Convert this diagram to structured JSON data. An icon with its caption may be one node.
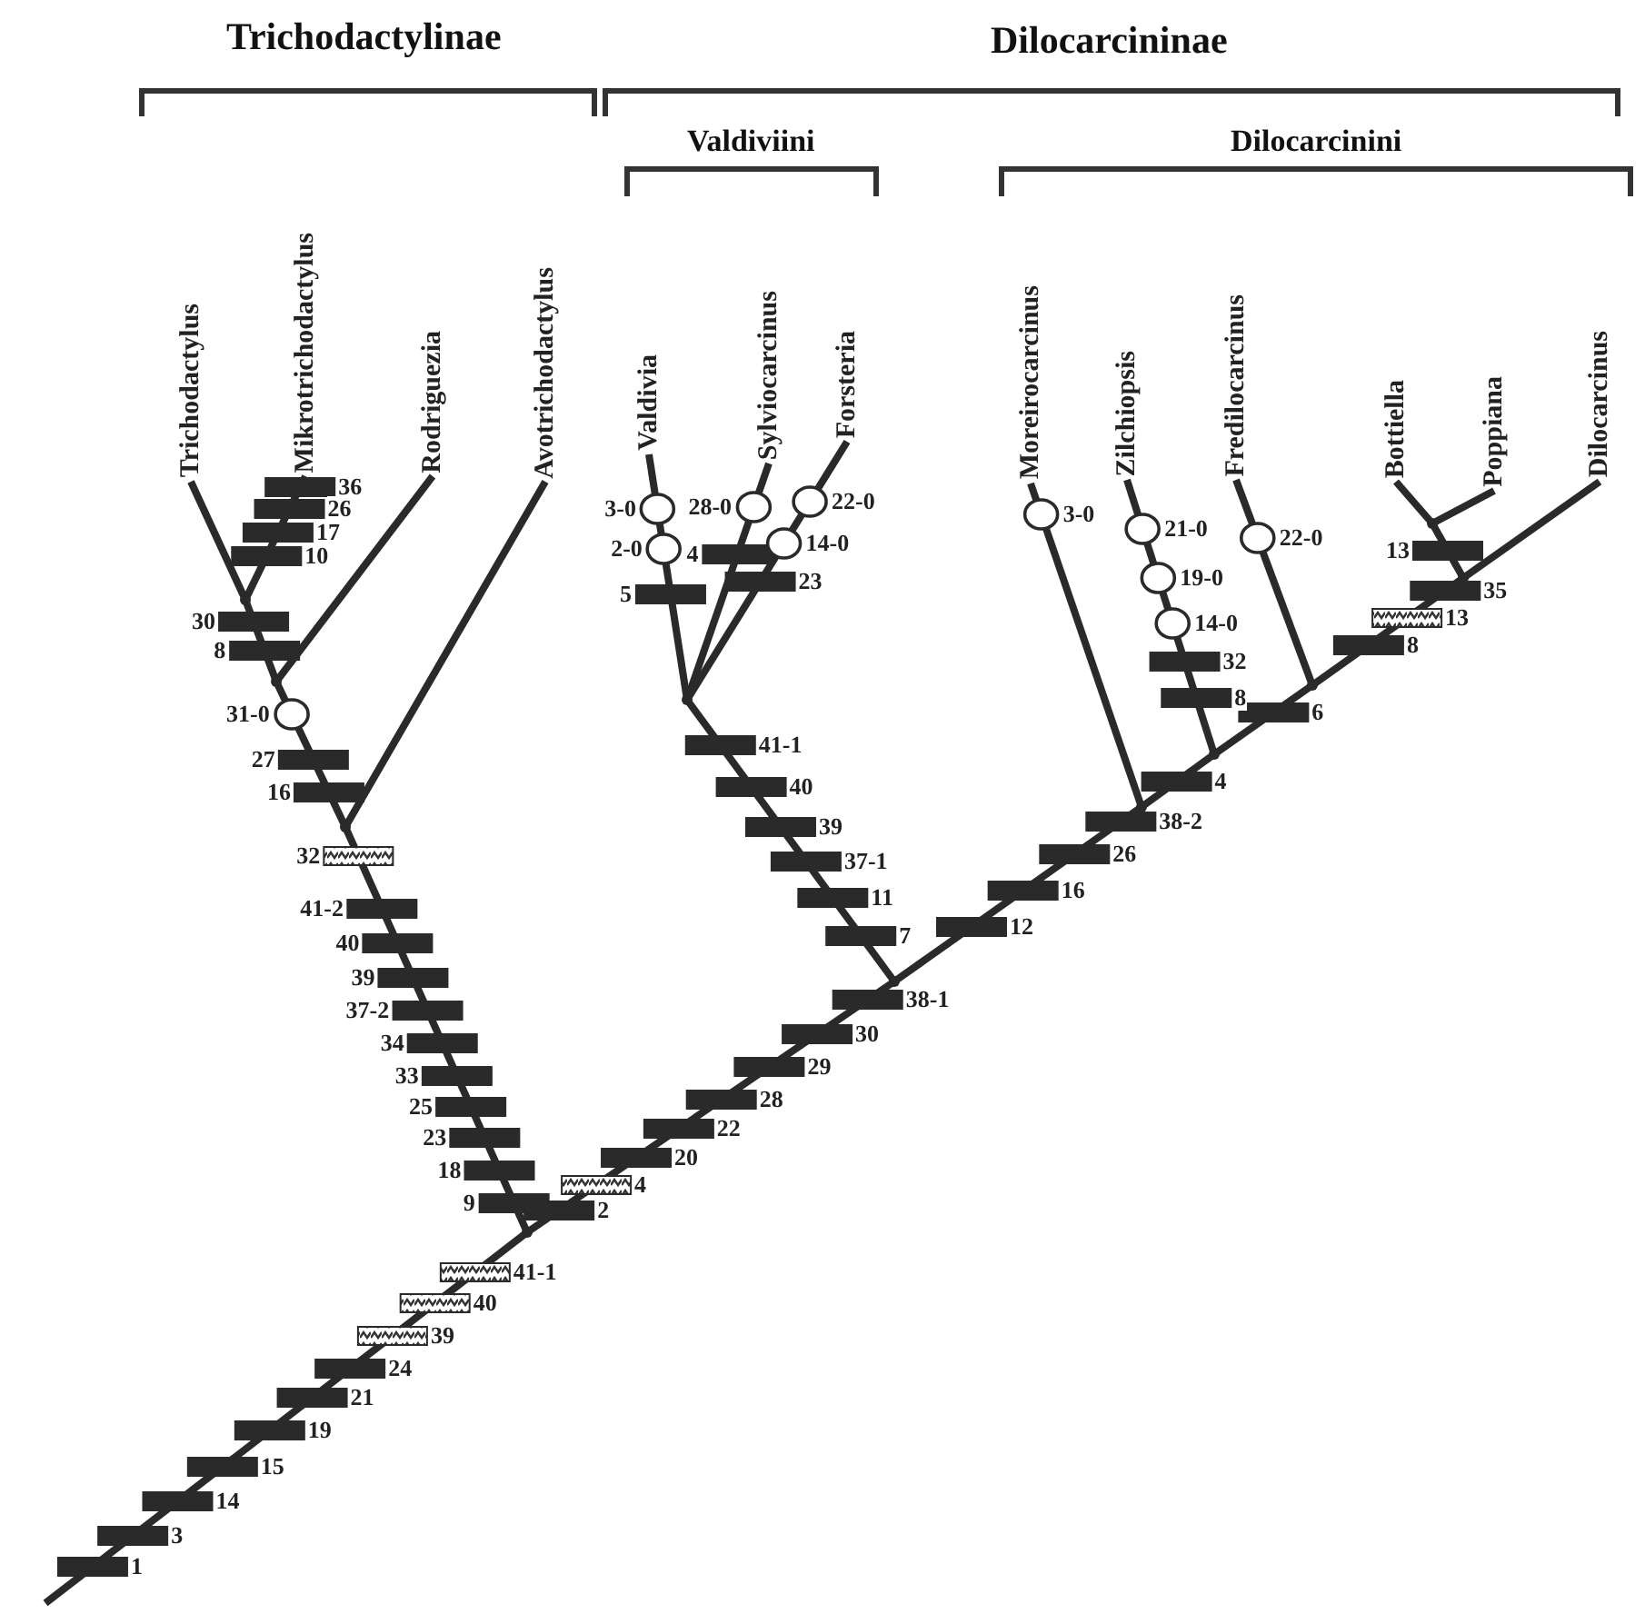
{
  "diagram": {
    "nodes": [
      {
        "text": [
          "Trichodactylus"
        ]
      },
      {
        "text": [
          "Mikrotrichodactylus"
        ]
      },
      {
        "text": [
          "Rodriguezia"
        ]
      },
      {
        "text": [
          "Avotrichodactylus"
        ]
      },
      {
        "text": [
          "Valdivia"
        ]
      },
      {
        "text": [
          "Sylviocarcinus"
        ]
      },
      {
        "text": [
          "Forsteria"
        ]
      },
      {
        "text": [
          "Moreirocarcinus"
        ]
      },
      {
        "text": [
          "Zilchiopsis"
        ]
      },
      {
        "text": [
          "Fredilocarcinus"
        ]
      },
      {
        "text": [
          "Bottiella"
        ]
      },
      {
        "text": [
          "Poppiana"
        ]
      },
      {
        "text": [
          "Dilocarcinus"
        ]
      },
      {
        "text": [],
        "shape": "point"
      },
      {
        "text": [],
        "shape": "point"
      },
      {
        "text": [],
        "shape": "point"
      },
      {
        "text": [],
        "shape": "point"
      },
      {
        "text": [],
        "shape": "point"
      },
      {
        "text": [],
        "shape": "point"
      },
      {
        "text": [],
        "shape": "point"
      },
      {
        "text": [],
        "shape": "point"
      },
      {
        "text": [],
        "shape": "point"
      },
      {
        "text": [],
        "shape": "point"
      },
      {
        "text": [],
        "shape": "point"
      }
    ],
    "edges": [
      {
        "from": null,
        "to": 13,
        "arrow": "none"
      },
      {
        "from": 13,
        "to": 14,
        "arrow": "none"
      },
      {
        "from": 14,
        "to": 3,
        "arrow": "none"
      },
      {
        "from": 14,
        "to": 15,
        "arrow": "none"
      },
      {
        "from": 15,
        "to": 2,
        "arrow": "none"
      },
      {
        "from": 15,
        "to": 16,
        "arrow": "none"
      },
      {
        "from": 16,
        "to": 0,
        "arrow": "none"
      },
      {
        "from": 16,
        "to": 1,
        "arrow": "none"
      },
      {
        "from": 13,
        "to": 17,
        "arrow": "none"
      },
      {
        "from": 17,
        "to": 18,
        "arrow": "none"
      },
      {
        "from": 18,
        "to": 4,
        "arrow": "none"
      },
      {
        "from": 18,
        "to": 5,
        "arrow": "none"
      },
      {
        "from": 18,
        "to": 6,
        "arrow": "none"
      },
      {
        "from": 17,
        "to": 19,
        "arrow": "none"
      },
      {
        "from": 19,
        "to": 7,
        "arrow": "none"
      },
      {
        "from": 19,
        "to": 20,
        "arrow": "none"
      },
      {
        "from": 20,
        "to": 8,
        "arrow": "none"
      },
      {
        "from": 20,
        "to": 21,
        "arrow": "none"
      },
      {
        "from": 21,
        "to": 9,
        "arrow": "none"
      },
      {
        "from": 21,
        "to": 22,
        "arrow": "none"
      },
      {
        "from": 22,
        "to": 12,
        "arrow": "none"
      },
      {
        "from": 22,
        "to": 23,
        "arrow": "none"
      },
      {
        "from": 23,
        "to": 10,
        "arrow": "none"
      },
      {
        "from": 23,
        "to": 11,
        "arrow": "none"
      }
    ],
    "labels": [
      "Trichodactylinae",
      "Dilocarcininae",
      "Valdiviini",
      "Dilocarcinini",
      "1",
      "3",
      "14",
      "15",
      "19",
      "21",
      "24",
      "39",
      "40",
      "41-1",
      "9",
      "18",
      "23",
      "25",
      "33",
      "34",
      "37-2",
      "39",
      "40",
      "41-2",
      "32",
      "16",
      "27",
      "31-0",
      "8",
      "30",
      "10",
      "17",
      "26",
      "36",
      "2",
      "4",
      "20",
      "22",
      "28",
      "29",
      "30",
      "38-1",
      "7",
      "11",
      "37-1",
      "39",
      "40",
      "41-1",
      "5",
      "2-0",
      "3-0",
      "4",
      "28-0",
      "23",
      "14-0",
      "22-0",
      "12",
      "16",
      "26",
      "38-2",
      "4",
      "6",
      "8",
      "13",
      "35",
      "13",
      "3-0",
      "21-0",
      "19-0",
      "14-0",
      "32",
      "8",
      "22-0"
    ]
  }
}
